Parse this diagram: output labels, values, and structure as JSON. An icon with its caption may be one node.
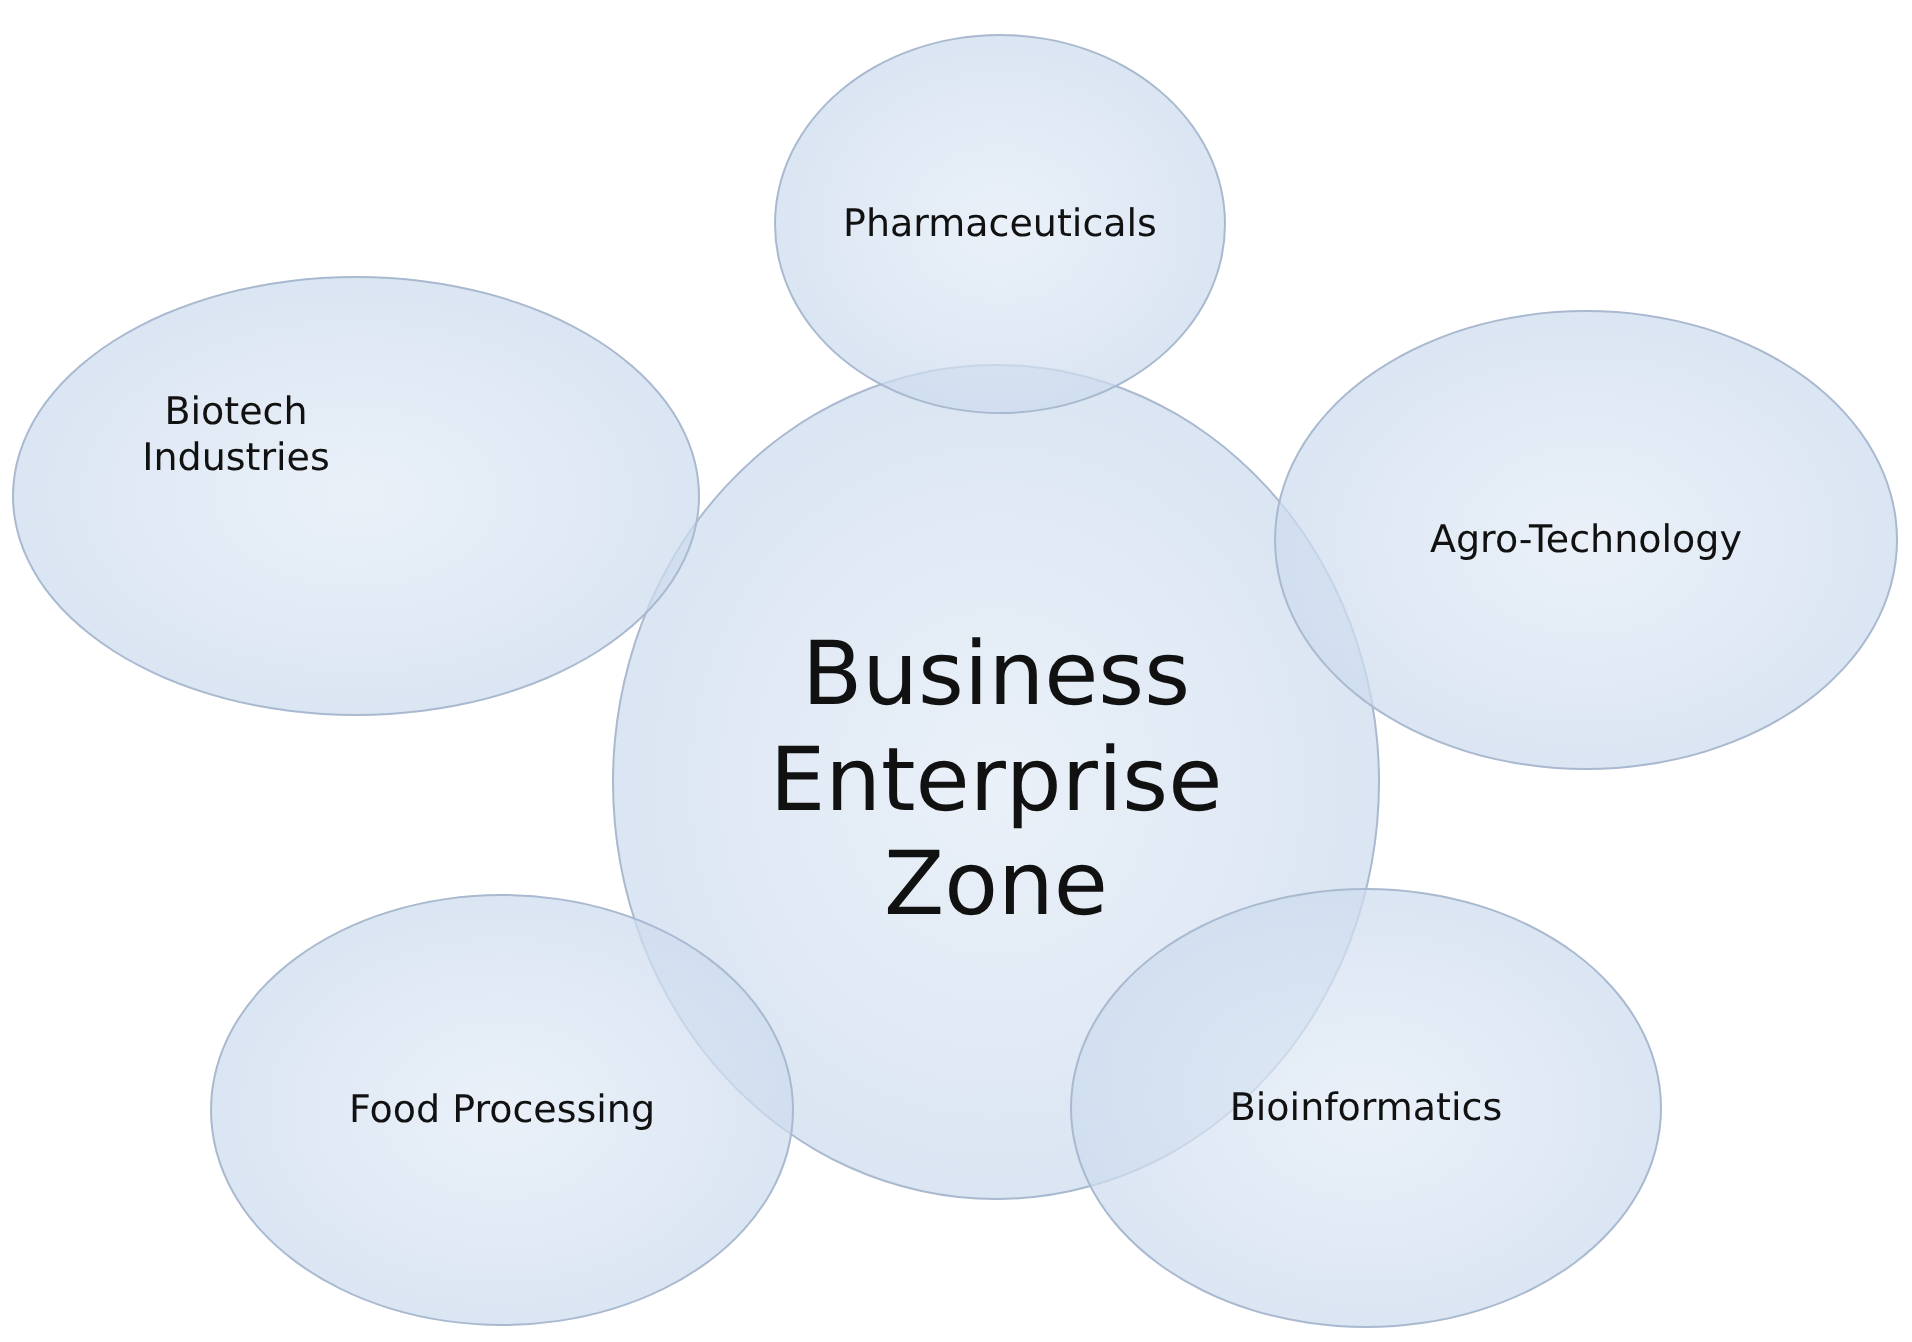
{
  "diagram": {
    "nodes": [
      {
        "text": [
          "Pharmaceuticals"
        ]
      },
      {
        "text": [
          "Biotech Industries"
        ]
      },
      {
        "text": [
          "Business Enterprise Zone"
        ]
      },
      {
        "text": [
          "Agro-Technology"
        ]
      },
      {
        "text": [
          "Food Processing"
        ]
      },
      {
        "text": [
          "Bioinformatics"
        ]
      }
    ]
  }
}
